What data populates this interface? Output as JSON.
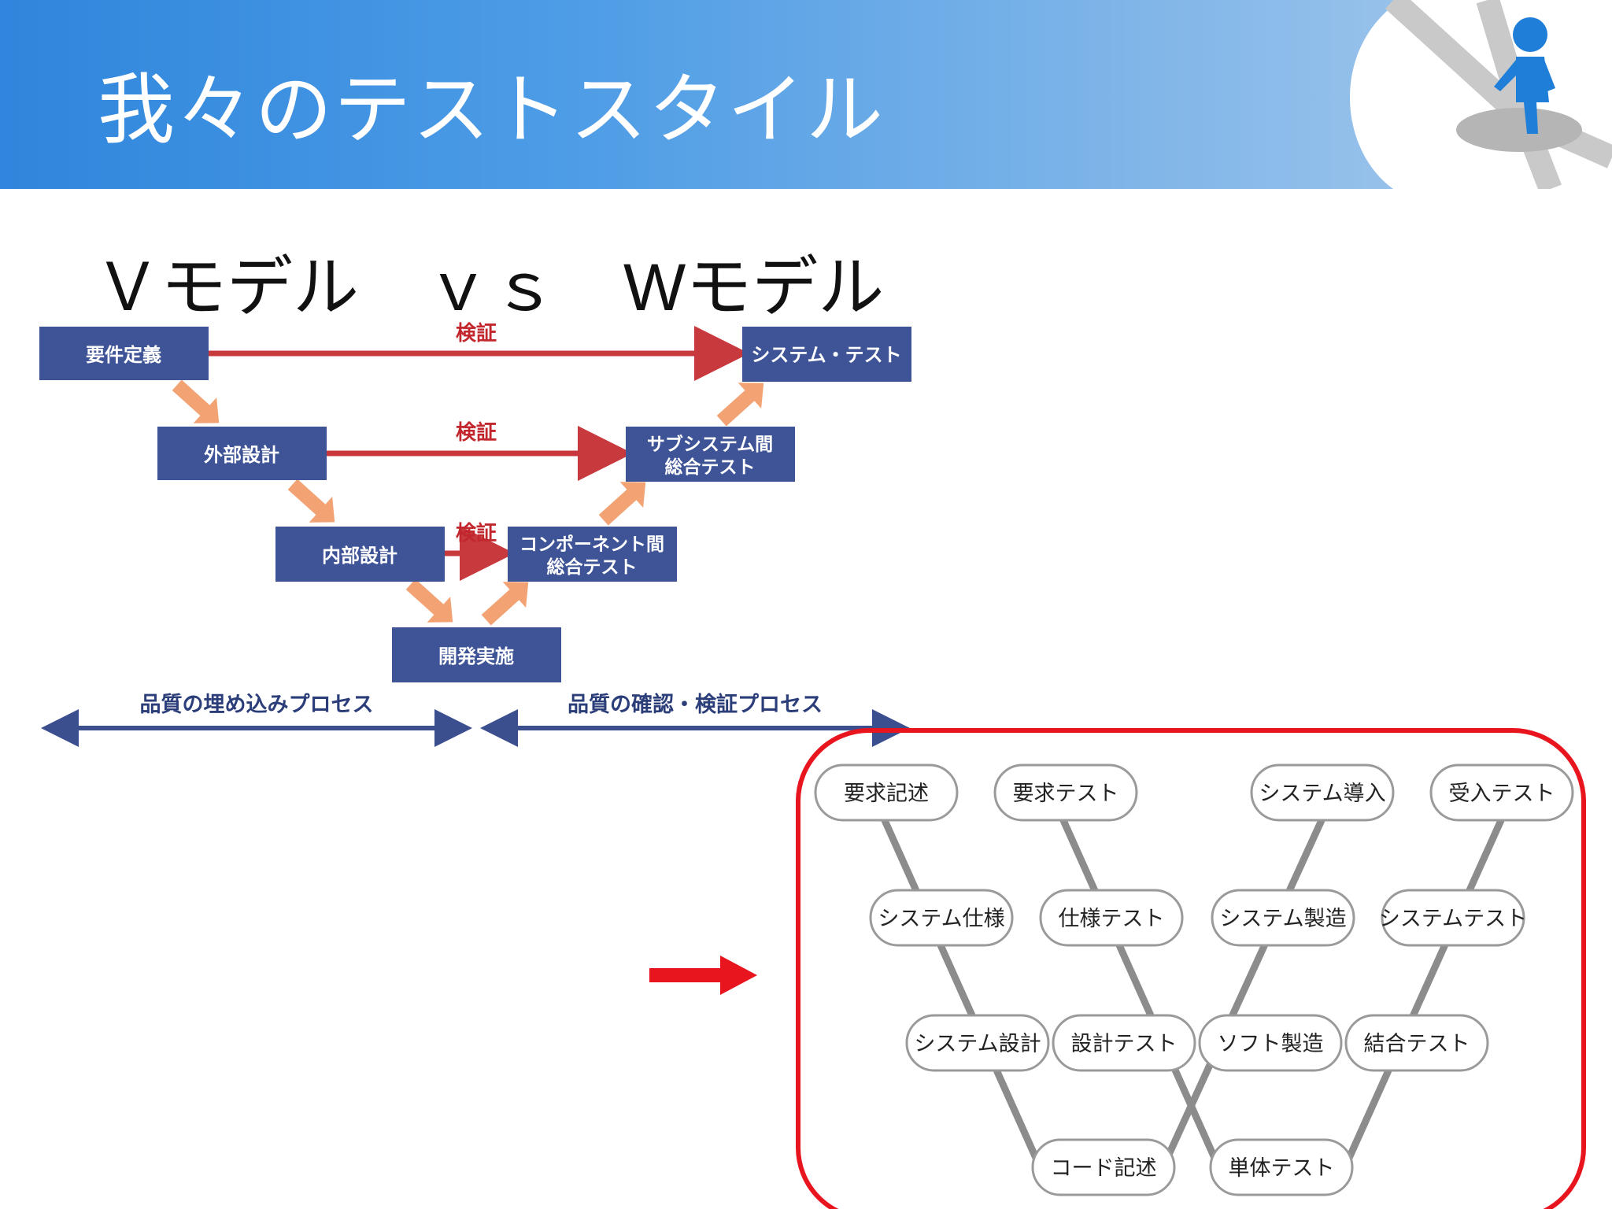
{
  "header": {
    "title": "我々のテストスタイル"
  },
  "subtitle": "Ｖモデル　ｖｓ　Wモデル",
  "v_model": {
    "boxes": {
      "req": "要件定義",
      "ext": "外部設計",
      "int": "内部設計",
      "dev": "開発実施",
      "sys": "システム・テスト",
      "sub1": "サブシステム間",
      "sub2": "総合テスト",
      "comp1": "コンポーネント間",
      "comp2": "総合テスト"
    },
    "verify": [
      "検証",
      "検証",
      "検証"
    ],
    "process_left": "品質の埋め込みプロセス",
    "process_right": "品質の確認・検証プロセス"
  },
  "w_model": {
    "nodes": {
      "req_desc": "要求記述",
      "req_test": "要求テスト",
      "sys_intro": "システム導入",
      "accept_test": "受入テスト",
      "sys_spec": "システム仕様",
      "spec_test": "仕様テスト",
      "sys_mfg": "システム製造",
      "sys_test": "システムテスト",
      "sys_design": "システム設計",
      "design_test": "設計テスト",
      "soft_mfg": "ソフト製造",
      "integ_test": "結合テスト",
      "code_desc": "コード記述",
      "unit_test": "単体テスト"
    }
  },
  "colors": {
    "banner_start": "#2f86dc",
    "box_fill": "#3e5497",
    "verify_red": "#c8393d",
    "process_blue": "#3b4f8f",
    "down_arrow_orange": "#f2a273",
    "highlight_red": "#e8141e"
  }
}
